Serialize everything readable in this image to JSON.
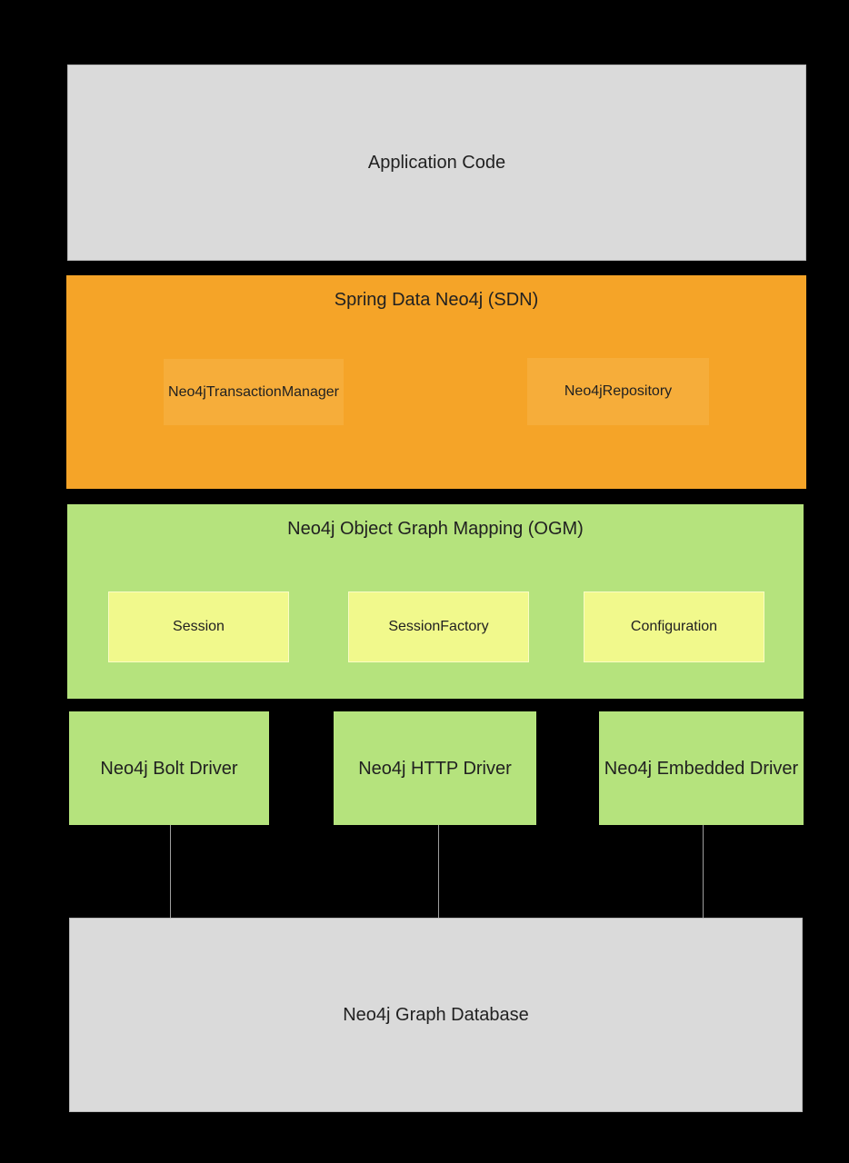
{
  "diagram": {
    "title_implicit": "Spring Data Neo4j architecture stack",
    "colors": {
      "background": "#000000",
      "gray_fill": "#DADADA",
      "gray_border": "#B9B9B9",
      "orange_fill": "#F5A428",
      "orange_inner_fill": "#F6AD3A",
      "green_fill": "#B5E37D",
      "yellow_fill": "#F1F98C",
      "yellow_border": "#FAFCC4",
      "connector_line": "#9E9E9E",
      "text": "#212121"
    },
    "layers": {
      "application": {
        "label": "Application Code"
      },
      "sdn": {
        "title": "Spring Data Neo4j (SDN)",
        "components": [
          {
            "label": "Neo4jTransactionManager"
          },
          {
            "label": "Neo4jRepository"
          }
        ]
      },
      "ogm": {
        "title": "Neo4j Object Graph Mapping (OGM)",
        "components": [
          {
            "label": "Session"
          },
          {
            "label": "SessionFactory"
          },
          {
            "label": "Configuration"
          }
        ]
      },
      "drivers": [
        {
          "label": "Neo4j Bolt Driver"
        },
        {
          "label": "Neo4j HTTP Driver"
        },
        {
          "label": "Neo4j Embedded Driver"
        }
      ],
      "database": {
        "label": "Neo4j Graph Database"
      }
    }
  }
}
